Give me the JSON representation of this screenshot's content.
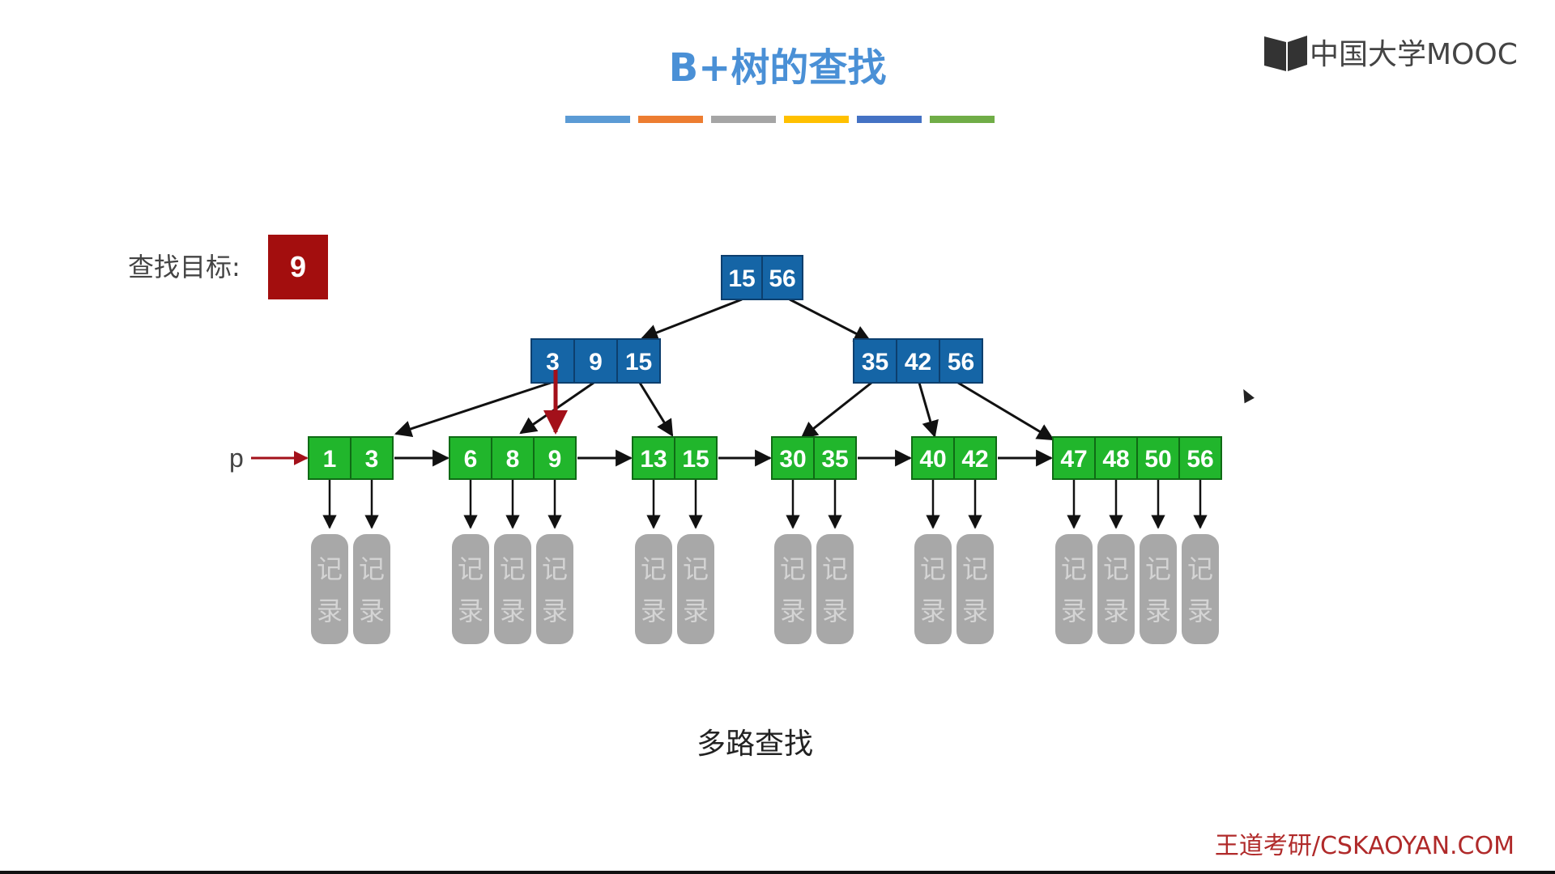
{
  "slide": {
    "title": "B+树的查找",
    "subtitle": "多路查找",
    "brand": "中国大学MOOC",
    "watermark": "王道考研/CSKAOYAN.COM",
    "search_label": "查找目标:",
    "search_target": "9",
    "pointer_label": "p",
    "record_char_1": "记",
    "record_char_2": "录",
    "title_stripe_colors": [
      "#5b9bd5",
      "#ed7d31",
      "#a5a5a5",
      "#ffc000",
      "#4472c4",
      "#70ad47"
    ]
  },
  "tree": {
    "root": {
      "keys": [
        "15",
        "56"
      ]
    },
    "internal": [
      {
        "keys": [
          "3",
          "9",
          "15"
        ]
      },
      {
        "keys": [
          "35",
          "42",
          "56"
        ]
      }
    ],
    "leaves": [
      {
        "keys": [
          "1",
          "3"
        ]
      },
      {
        "keys": [
          "6",
          "8",
          "9"
        ]
      },
      {
        "keys": [
          "13",
          "15"
        ]
      },
      {
        "keys": [
          "30",
          "35"
        ]
      },
      {
        "keys": [
          "40",
          "42"
        ]
      },
      {
        "keys": [
          "47",
          "48",
          "50",
          "56"
        ]
      }
    ]
  },
  "colors": {
    "title": "#4a90d6",
    "internal_fill": "#1565a6",
    "leaf_fill": "#21b62c",
    "record_fill": "#a8a8a8",
    "target_fill": "#a30e0e",
    "search_path": "#a3101a"
  }
}
